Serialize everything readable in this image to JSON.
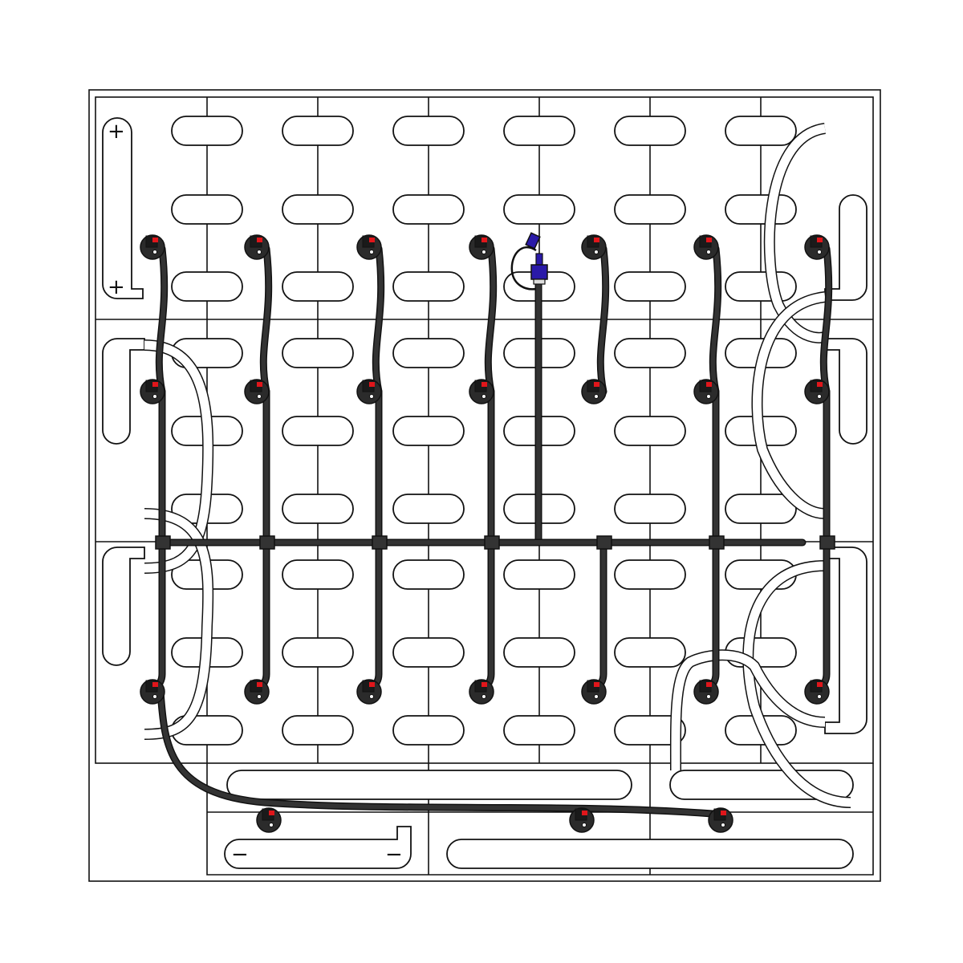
{
  "diagram": {
    "terminals": {
      "positive_top": "+",
      "positive_bottom": "+",
      "negative_left": "−",
      "negative_right": "−"
    },
    "colors": {
      "hose": "#2b2b2b",
      "plug_indicator": "#e0161b",
      "filler_valve": "#2a1aa8",
      "background": "#ffffff",
      "outline": "#111111"
    },
    "icons": [
      "battery-cell",
      "watering-plug",
      "filler-inlet",
      "manifold-tee"
    ]
  }
}
